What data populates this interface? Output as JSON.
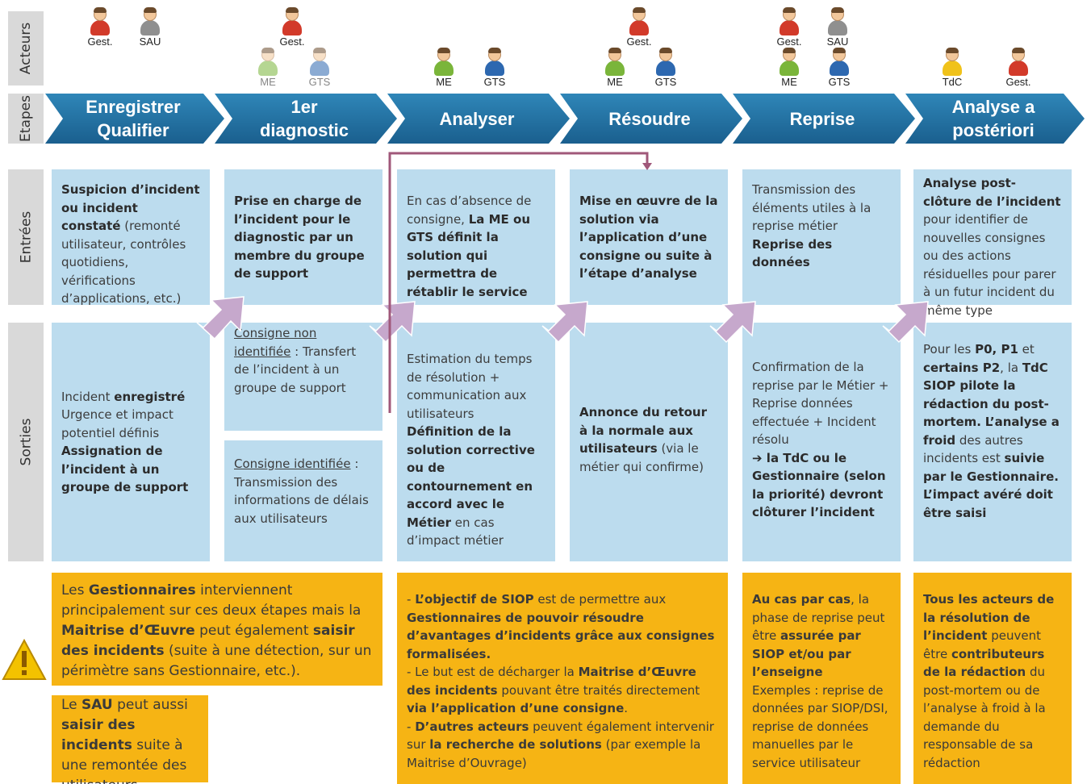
{
  "side_labels": {
    "acteurs": "Acteurs",
    "etapes": "Etapes",
    "entrees": "Entrées",
    "sorties": "Sorties"
  },
  "actors": {
    "gest": "Gest.",
    "sau": "SAU",
    "me": "ME",
    "gts": "GTS",
    "tdc": "TdC"
  },
  "colors": {
    "gest": "#d23a2a",
    "sau": "#8f8f8f",
    "me": "#7ab53a",
    "gts": "#2d68b0",
    "tdc": "#f0c21a",
    "step": "#1f6fa3",
    "entry": "#bcdcee",
    "note": "#f6b414",
    "arrow": "#c6a8cc",
    "connector": "#a0587a"
  },
  "steps": [
    {
      "line1": "Enregistrer",
      "line2": "Qualifier"
    },
    {
      "line1": "1er",
      "line2": "diagnostic"
    },
    {
      "line1": "Analyser"
    },
    {
      "line1": "Résoudre"
    },
    {
      "line1": "Reprise"
    },
    {
      "line1": "Analyse a",
      "line2": "postériori"
    }
  ],
  "entrees": {
    "c1": {
      "b1": "Suspicion d’incident ou incident constaté",
      "t1": " (remonté utilisateur, contrôles quotidiens, vérifications d’applications, etc.)"
    },
    "c2": {
      "b1": "Prise en charge de l’incident pour le diagnostic par un membre du groupe de support"
    },
    "c3": {
      "t1": "En cas d’absence de consigne, ",
      "b1": "La ME ou GTS définit la solution qui permettra de rétablir le service"
    },
    "c4": {
      "b1": "Mise en œuvre de la solution via l’application d’une consigne ou suite à l’étape d’analyse"
    },
    "c5": {
      "t1": "Transmission des éléments utiles à la reprise métier ",
      "b1": "Reprise des données"
    },
    "c6": {
      "b1": "Analyse post-clôture de l’incident",
      "t1": " pour identifier  de nouvelles consignes ou des actions résiduelles pour parer à un futur incident du même type"
    }
  },
  "sorties": {
    "c1": {
      "t1": "Incident ",
      "b1": "enregistré",
      "t2": "Urgence et impact potentiel définis",
      "b2": "Assignation de l’incident à un groupe de support"
    },
    "c2a": {
      "u1": "Consigne non identifiée",
      "t1": " : Transfert de l’incident à un groupe de support"
    },
    "c2b": {
      "u1": "Consigne identifiée",
      "t1": " : Transmission des informations de délais aux utilisateurs"
    },
    "c3": {
      "t1": "Estimation du temps de résolution + communication aux utilisateurs",
      "b1": "Définition de la solution corrective ou de contournement en accord avec le Métier",
      "t2": " en cas d’impact métier"
    },
    "c4": {
      "b1": "Annonce du retour à la normale aux utilisateurs",
      "t1": " (via le métier qui confirme)"
    },
    "c5": {
      "t1": "Confirmation de la reprise par le Métier + Reprise données effectuée + Incident résolu",
      "arrow": "➔",
      "b1": " la TdC ou le Gestionnaire (selon la priorité) devront clôturer l’incident"
    },
    "c6": {
      "t1": "Pour les ",
      "b1": "P0, P1",
      "t2": " et ",
      "b2": "certains P2",
      "t3": ", la ",
      "b3": "TdC SIOP pilote la rédaction du post-mortem.",
      "b4": "L’analyse a froid",
      "t4": " des autres incidents est ",
      "b5": "suivie par le Gestionnaire.",
      "b6": "L’impact avéré doit être saisi"
    }
  },
  "notes": {
    "n1": {
      "t1": "Les ",
      "b1": "Gestionnaires",
      "t2": " interviennent principalement sur ces deux étapes mais la ",
      "b2": "Maitrise d’Œuvre",
      "t3": "  peut également ",
      "b3": "saisir des incidents",
      "t4": " (suite à une détection, sur un périmètre sans Gestionnaire, etc.)."
    },
    "n2": {
      "t1": "Le ",
      "b1": "SAU",
      "t2": " peut aussi ",
      "b2": "saisir des incidents",
      "t3": " suite à une remontée des utilisateurs"
    },
    "n3": {
      "t1": "- ",
      "b1": "L’objectif de SIOP",
      "t2": " est de permettre aux ",
      "b2": "Gestionnaires de pouvoir résoudre d’avantages d’incidents grâce aux consignes formalisées.",
      "t3": "- Le but est de décharger la ",
      "b3": "Maitrise d’Œuvre des incidents",
      "t4": " pouvant être traités directement ",
      "b4": "via l’application d’une consigne",
      "t5": ".",
      "t6": "- ",
      "b5": "D’autres acteurs",
      "t7": " peuvent également intervenir sur ",
      "b6": "la recherche de solutions",
      "t8": " (par exemple la Maitrise d’Ouvrage)"
    },
    "n4": {
      "b1": "Au cas par cas",
      "t1": ", la phase de reprise peut être ",
      "b2": "assurée par SIOP et/ou par l’enseigne",
      "t2": "Exemples : reprise de données par SIOP/DSI, reprise de données manuelles par le service utilisateur"
    },
    "n5": {
      "b1": "Tous les acteurs de la résolution de l’incident",
      "t1": " peuvent être ",
      "b2": "contributeurs de la rédaction",
      "t2": " du post-mortem ou de l’analyse à froid à la demande du responsable de sa rédaction"
    }
  },
  "icons": {
    "warning": "warning-icon",
    "actor": "person-icon"
  }
}
